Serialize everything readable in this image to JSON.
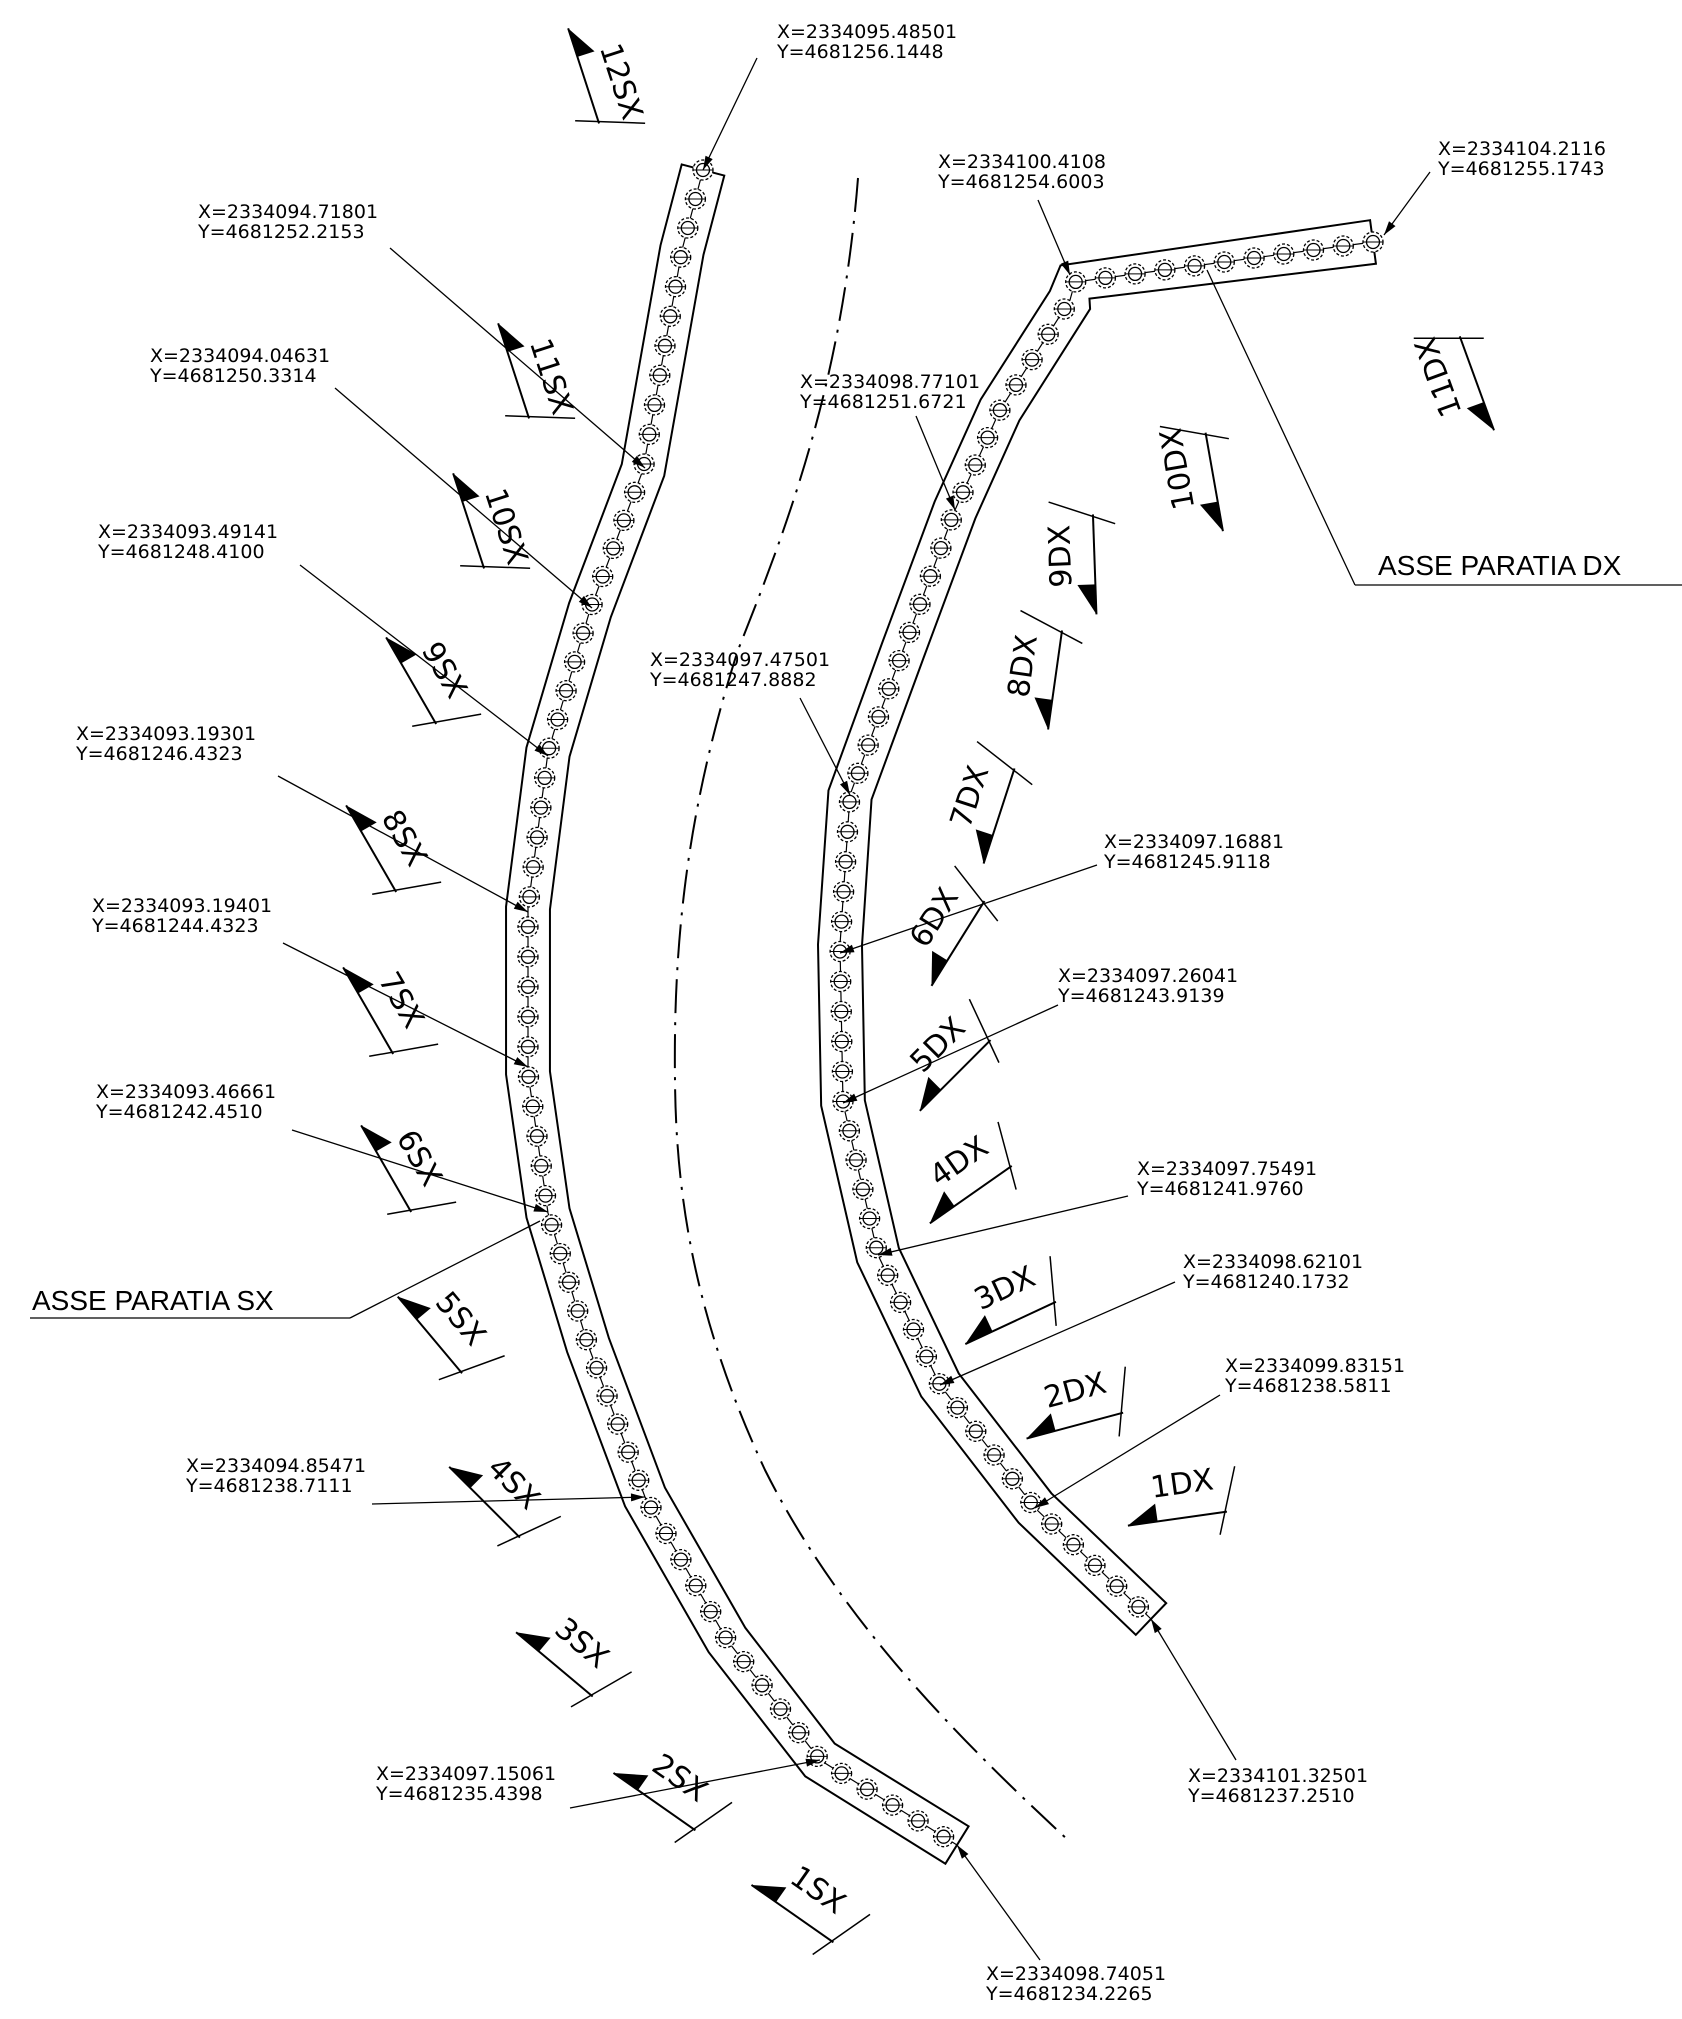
{
  "colors": {
    "ink": "#000000",
    "background": "#ffffff"
  },
  "axis_labels": {
    "left": "ASSE PARATIA SX",
    "right": "ASSE PARATIA DX"
  },
  "coordinates": {
    "sx": [
      {
        "id": "12SX",
        "x": "X=2334095.48501",
        "y": "Y=4681256.1448"
      },
      {
        "id": "11SX",
        "x": "X=2334094.71801",
        "y": "Y=4681252.2153"
      },
      {
        "id": "10SX",
        "x": "X=2334094.04631",
        "y": "Y=4681250.3314"
      },
      {
        "id": "9SX",
        "x": "X=2334093.49141",
        "y": "Y=4681248.4100"
      },
      {
        "id": "8SX",
        "x": "X=2334093.19301",
        "y": "Y=4681246.4323"
      },
      {
        "id": "7SX",
        "x": "X=2334093.19401",
        "y": "Y=4681244.4323"
      },
      {
        "id": "6SX",
        "x": "X=2334093.46661",
        "y": "Y=4681242.4510"
      },
      {
        "id": "4SX",
        "x": "X=2334094.85471",
        "y": "Y=4681238.7111"
      },
      {
        "id": "2SX",
        "x": "X=2334097.15061",
        "y": "Y=4681235.4398"
      },
      {
        "id": "1SX",
        "x": "X=2334098.74051",
        "y": "Y=4681234.2265"
      }
    ],
    "dx": [
      {
        "id": "11DX_end",
        "x": "X=2334104.2116",
        "y": "Y=4681255.1743"
      },
      {
        "id": "11DX",
        "x": "X=2334100.4108",
        "y": "Y=4681254.6003"
      },
      {
        "id": "10DX",
        "x": "X=2334098.77101",
        "y": "Y=4681251.6721"
      },
      {
        "id": "8DX",
        "x": "X=2334097.47501",
        "y": "Y=4681247.8882"
      },
      {
        "id": "6DX",
        "x": "X=2334097.16881",
        "y": "Y=4681245.9118"
      },
      {
        "id": "5DX",
        "x": "X=2334097.26041",
        "y": "Y=4681243.9139"
      },
      {
        "id": "4DX",
        "x": "X=2334097.75491",
        "y": "Y=4681241.9760"
      },
      {
        "id": "3DX",
        "x": "X=2334098.62101",
        "y": "Y=4681240.1732"
      },
      {
        "id": "2DX",
        "x": "X=2334099.83151",
        "y": "Y=4681238.5811"
      },
      {
        "id": "1DX",
        "x": "X=2334101.32501",
        "y": "Y=4681237.2510"
      }
    ]
  },
  "sections": {
    "sx": [
      "12SX",
      "11SX",
      "10SX",
      "9SX",
      "8SX",
      "7SX",
      "6SX",
      "5SX",
      "4SX",
      "3SX",
      "2SX",
      "1SX"
    ],
    "dx": [
      "11DX",
      "10DX",
      "9DX",
      "8DX",
      "7DX",
      "6DX",
      "5DX",
      "4DX",
      "3DX",
      "2DX",
      "1DX"
    ]
  }
}
